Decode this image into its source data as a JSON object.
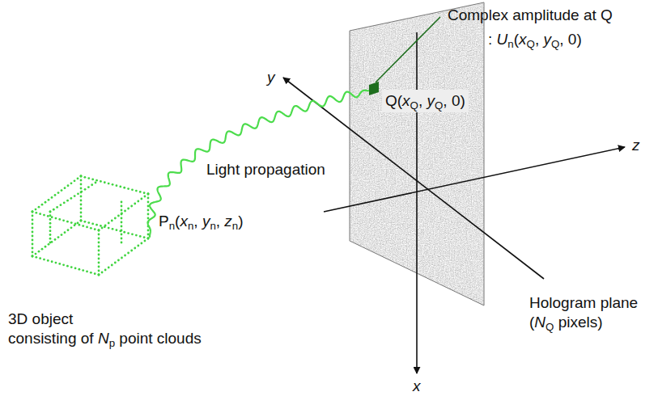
{
  "diagram": {
    "labels": [
      "Complex amplitude at Q",
      ": Un(xQ, yQ, 0)",
      "Q(xQ, yQ, 0)",
      "y",
      "z",
      "x",
      "Light propagation",
      "Pn(xn, yn, zn)",
      "3D object consisting of Np point clouds",
      "Hologram plane (NQ pixels)"
    ]
  }
}
